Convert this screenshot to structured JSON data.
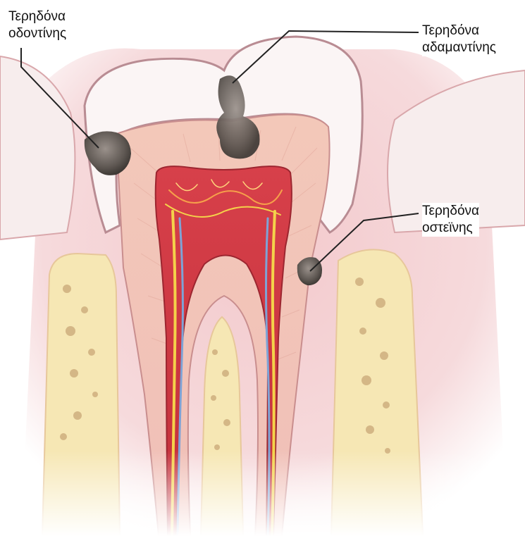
{
  "labels": {
    "dentin_caries": {
      "line1": "Τερηδόνα",
      "line2": "οδοντίνης"
    },
    "enamel_caries": {
      "line1": "Τερηδόνα",
      "line2": "αδαμαντίνης"
    },
    "cement_caries": {
      "line1": "Τερηδόνα",
      "line2": "οστεϊνης"
    }
  },
  "colors": {
    "background": "#ffffff",
    "gum": "#e9a3a9",
    "enamel": "#fbf5f5",
    "dentin": "#f2c6b8",
    "pulp": "#c8343f",
    "bone": "#f6e7b4",
    "decay": "#6b6560",
    "nerve_yellow": "#f4d24a",
    "vessel_blue": "#7ea3d6"
  }
}
